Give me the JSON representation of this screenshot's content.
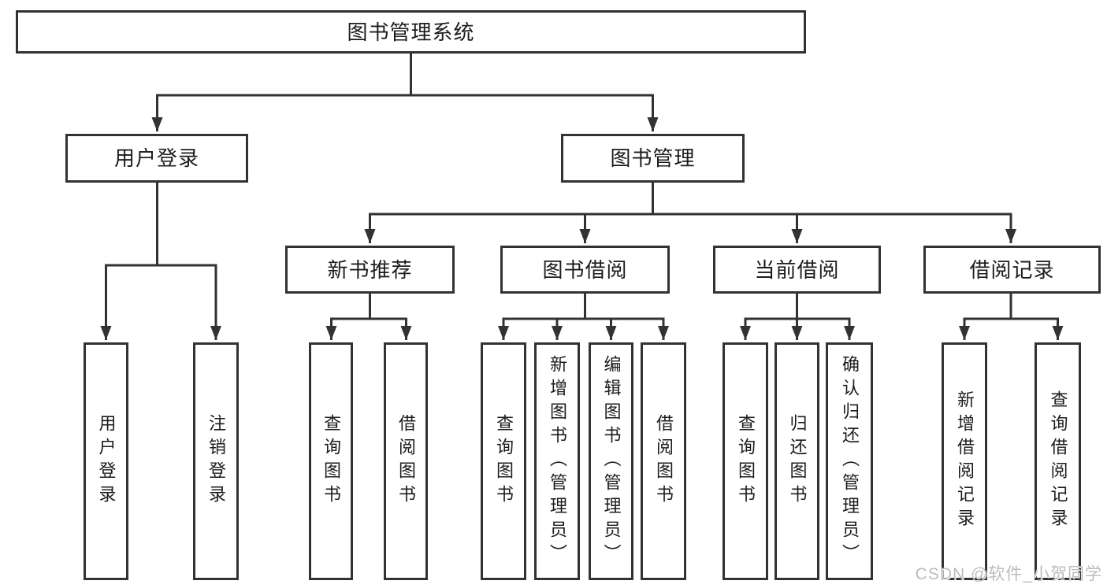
{
  "watermark": {
    "text": "CSDN @软件_小贺同学"
  },
  "colors": {
    "line": "#323232",
    "text": "#1c1c1c",
    "background": "#ffffff",
    "watermark": "#bcbcbc"
  },
  "tree": {
    "label": "图书管理系统",
    "children": [
      {
        "label": "用户登录",
        "children": [
          {
            "label": "用户登录"
          },
          {
            "label": "注销登录"
          }
        ]
      },
      {
        "label": "图书管理",
        "children": [
          {
            "label": "新书推荐",
            "children": [
              {
                "label": "查询图书"
              },
              {
                "label": "借阅图书"
              }
            ]
          },
          {
            "label": "图书借阅",
            "children": [
              {
                "label": "查询图书"
              },
              {
                "label": "新增图书（管理员）"
              },
              {
                "label": "编辑图书（管理员）"
              },
              {
                "label": "借阅图书"
              }
            ]
          },
          {
            "label": "当前借阅",
            "children": [
              {
                "label": "查询图书"
              },
              {
                "label": "归还图书"
              },
              {
                "label": "确认归还（管理员）"
              }
            ]
          },
          {
            "label": "借阅记录",
            "children": [
              {
                "label": "新增借阅记录"
              },
              {
                "label": "查询借阅记录"
              }
            ]
          }
        ]
      }
    ]
  }
}
